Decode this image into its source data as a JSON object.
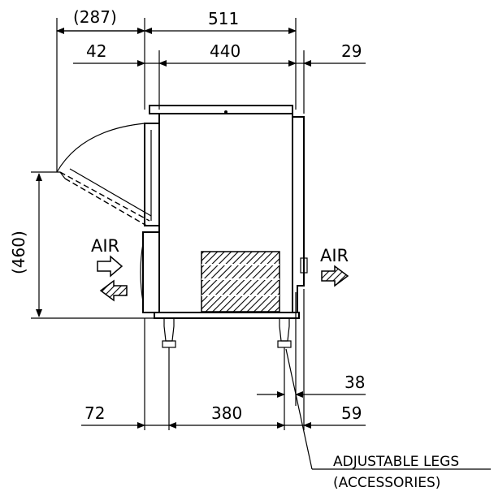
{
  "dimensions": {
    "top_overall_open": "(287)",
    "top_overall": "511",
    "left_offset": "42",
    "body_width": "440",
    "right_offset": "29",
    "open_height": "(460)",
    "leg_offset_right": "38",
    "bottom_left": "72",
    "leg_spacing": "380",
    "bottom_right": "59"
  },
  "airflow": {
    "intake_label": "AIR",
    "exhaust_label": "AIR"
  },
  "callout": {
    "line1": "ADJUSTABLE LEGS",
    "line2": "(ACCESSORIES)"
  }
}
